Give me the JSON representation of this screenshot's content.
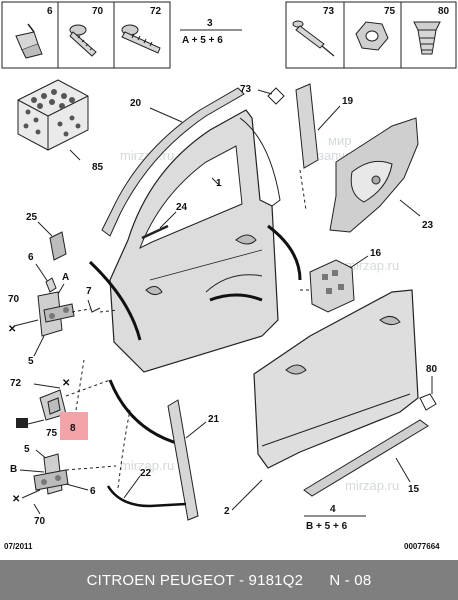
{
  "colors": {
    "footer_bg": "#7f7f7f",
    "callout_bg": "#f4a3a8",
    "part_gray": "#d6d6d6",
    "line": "#222222",
    "watermark": "#cfd6d8"
  },
  "top_icons": [
    {
      "number": "6",
      "icon": "clip-icon"
    },
    {
      "number": "70",
      "icon": "screw-icon"
    },
    {
      "number": "72",
      "icon": "screw-icon"
    },
    {
      "number": "73",
      "icon": "rivet-icon"
    },
    {
      "number": "75",
      "icon": "nut-icon"
    },
    {
      "number": "80",
      "icon": "fastener-icon"
    }
  ],
  "kit_top": {
    "number": "3",
    "formula": "A + 5 + 6"
  },
  "kit_bottom": {
    "number": "4",
    "formula": "B + 5 + 6"
  },
  "callouts": {
    "c1": "1",
    "c5a": "5",
    "c5b": "5",
    "c6a": "6",
    "c6b": "6",
    "c7": "7",
    "c8": "8",
    "c15": "15",
    "c16": "16",
    "c19": "19",
    "c20": "20",
    "c21": "21",
    "c22": "22",
    "c23": "23",
    "c24": "24",
    "c25": "25",
    "c70a": "70",
    "c70b": "70",
    "c72": "72",
    "c73": "73",
    "c75": "75",
    "c80": "80",
    "c85": "85",
    "cA": "A",
    "cB": "B",
    "c2": "2"
  },
  "date_code": "07/2011",
  "image_code": "00077664",
  "watermarks": [
    "мир",
    "запчастей",
    "mirzap.ru"
  ],
  "footer": {
    "brand": "CITROEN PEUGEOT",
    "separator": " - ",
    "part_number": "9181Q2",
    "page": "N - 08"
  }
}
